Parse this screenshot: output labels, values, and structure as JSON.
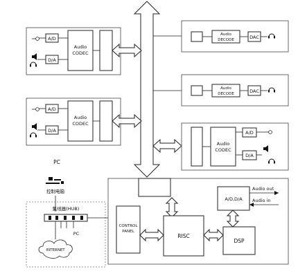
{
  "pc_units": [
    {
      "ad": "A/D",
      "da": "D/A",
      "codec_line1": "Audio",
      "codec_line2": "CODEC"
    },
    {
      "ad": "A/D",
      "da": "D/A",
      "codec_line1": "Audio",
      "codec_line2": "CODEC"
    }
  ],
  "decoder_units": [
    {
      "line1": "Audio",
      "line2": "DECODE",
      "dac": "DAC"
    },
    {
      "line1": "Audio",
      "line2": "DECODE",
      "dac": "DAC"
    }
  ],
  "right_codec_unit": {
    "ad": "A/D",
    "da": "D/A",
    "codec_line1": "Audio",
    "codec_line2": "CODEC"
  },
  "pc_label": "PC",
  "control_pc_label": "控制电脑",
  "hub_label": "集线器(HUB)",
  "hub_pc_label": "PC",
  "internet_label": "INTERNET",
  "controller": {
    "control_panel_line1": "CONTROL",
    "control_panel_line2": "PANEL",
    "risc": "RISC",
    "dsp": "DSP",
    "adda": "A/D,D/A",
    "audio_out": "Audio out",
    "audio_in": "Audio in"
  }
}
